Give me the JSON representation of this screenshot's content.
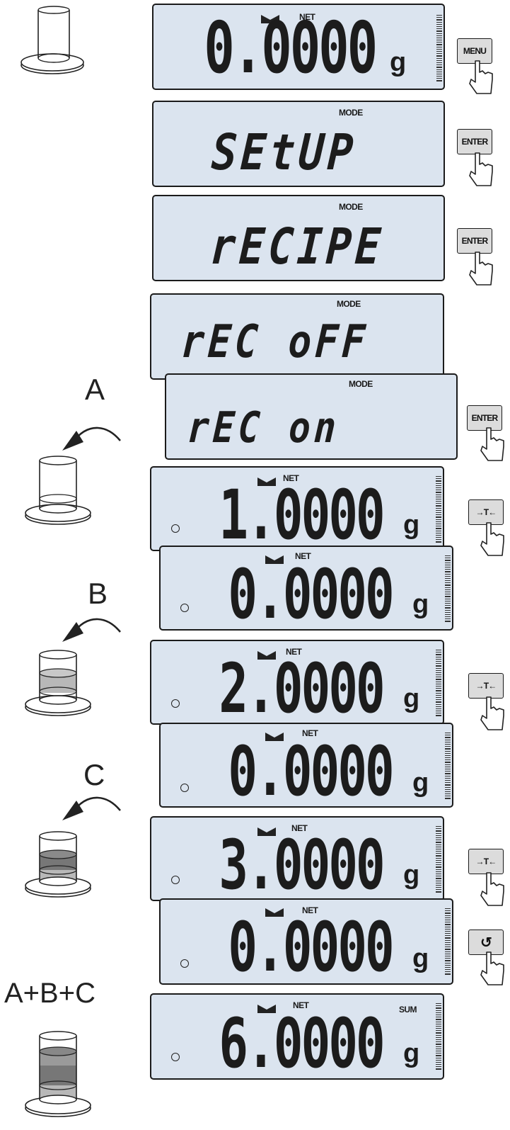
{
  "steps": [
    {
      "indicator": "NET",
      "value": "0.0000",
      "unit": "g"
    },
    {
      "mode": "MODE",
      "text": "SEtUP"
    },
    {
      "mode": "MODE",
      "text": "rECIPE"
    },
    {
      "mode": "MODE",
      "text": "rEC oFF"
    },
    {
      "mode": "MODE",
      "text": "rEC on"
    },
    {
      "indicator": "NET",
      "value": "1.0000",
      "unit": "g"
    },
    {
      "indicator": "NET",
      "value": "0.0000",
      "unit": "g"
    },
    {
      "indicator": "NET",
      "value": "2.0000",
      "unit": "g"
    },
    {
      "indicator": "NET",
      "value": "0.0000",
      "unit": "g"
    },
    {
      "indicator": "NET",
      "value": "3.0000",
      "unit": "g"
    },
    {
      "indicator": "NET",
      "value": "0.0000",
      "unit": "g"
    },
    {
      "indicator": "NET",
      "sum": "SUM",
      "value": "6.0000",
      "unit": "g"
    }
  ],
  "keys": {
    "menu": "MENU",
    "enter": "ENTER",
    "tare": "→T←",
    "return": "↺"
  },
  "labels": {
    "a": "A",
    "b": "B",
    "c": "C",
    "total": "A+B+C"
  },
  "colors": {
    "lcd_background": "#dbe4ef",
    "ingredient_fill": "#9a9a9a"
  }
}
